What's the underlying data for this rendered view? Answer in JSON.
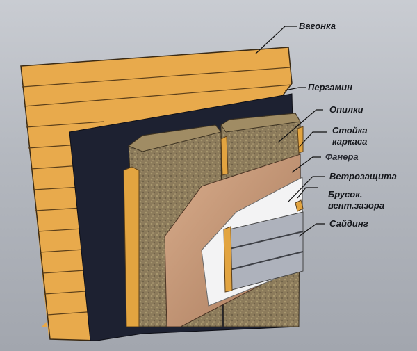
{
  "labels": {
    "vagonka": "Вагонка",
    "pergamin": "Пергамин",
    "opilki": "Опилки",
    "stoika_1": "Стойка",
    "stoika_2": "каркаса",
    "fanera": "Фанера",
    "vetrozashchita": "Ветрозащита",
    "brusok_1": "Брусок.",
    "brusok_2": "вент.зазора",
    "saiding": "Сайдинг"
  },
  "colors": {
    "wood": "#e8a94a",
    "pergamin": "#1d2131",
    "insulation": "#8a7a5c",
    "plywood": "#c89a7a",
    "windproof": "#f3f3f4",
    "siding": "#a9adb8"
  }
}
